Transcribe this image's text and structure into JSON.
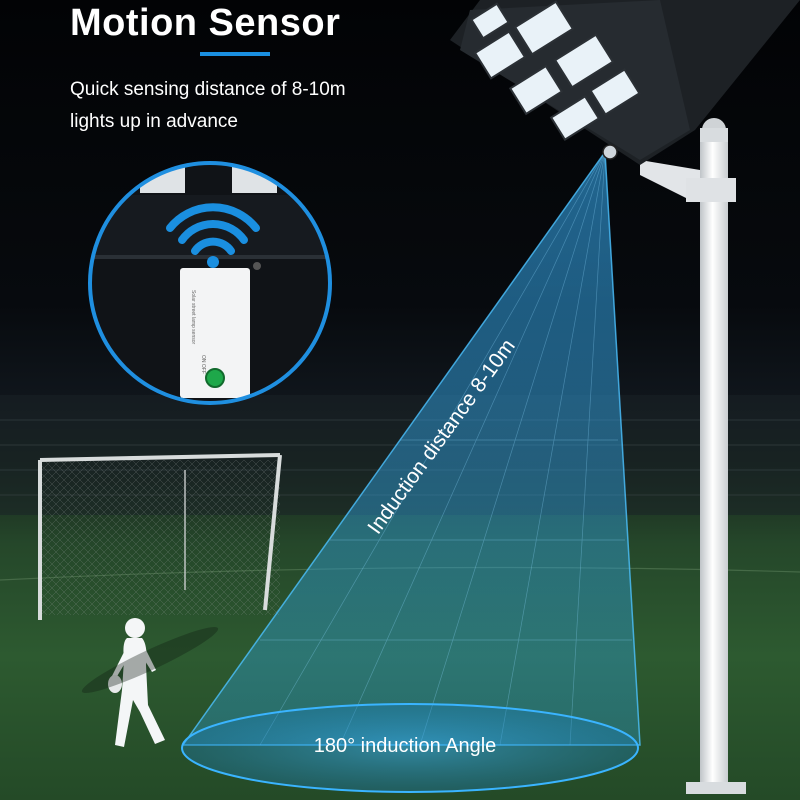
{
  "headline": "Motion Sensor",
  "subtitle_line1": "Quick sensing distance of 8-10m",
  "subtitle_line2": "lights up in advance",
  "distance_label": "Induction distance 8-10m",
  "angle_label": "180° induction Angle",
  "sensor_switch_label": "ON OFF",
  "sensor_module_label": "Solar street lamp sensor",
  "colors": {
    "accent_blue": "#1a8fe0",
    "beam_blue": "#2a9fd8",
    "grass_green": "#2d5a30",
    "switch_green": "#1ea84a"
  }
}
